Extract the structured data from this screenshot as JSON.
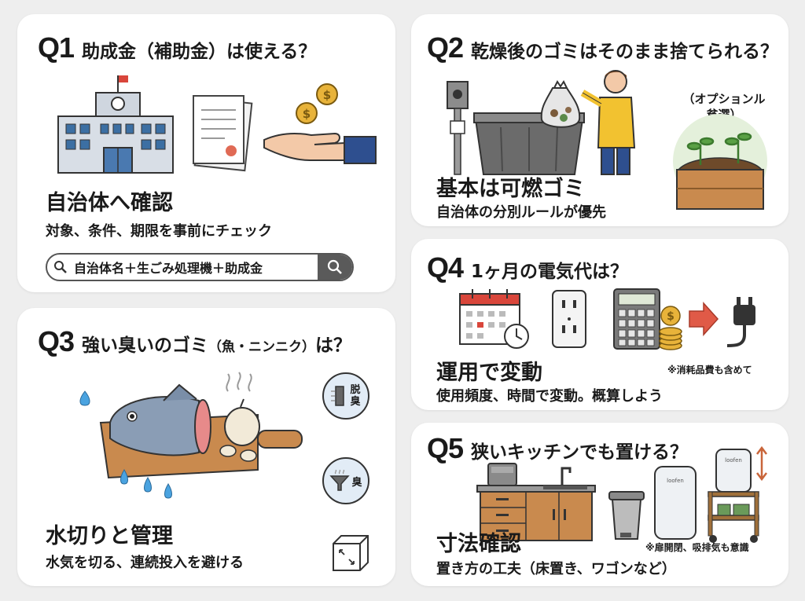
{
  "q1": {
    "num": "Q1",
    "title": "助成金（補助金）は使える？",
    "headline": "自治体へ確認",
    "sub": "対象、条件、期限を事前にチェック",
    "search_text": "自治体名＋生ごみ処理機＋助成金"
  },
  "q2": {
    "num": "Q2",
    "title": "乾燥後のゴミはそのまま捨てられる？",
    "headline": "基本は可燃ゴミ",
    "sub": "自治体の分別ルールが優先",
    "option_line1": "（オプションル",
    "option_line2": "貧選）"
  },
  "q3": {
    "num": "Q3",
    "title_main": "強い臭いのゴミ",
    "title_paren": "（魚・ニンニク）",
    "title_end": "は？",
    "headline": "水切りと管理",
    "sub": "水気を切る、連続投入を避ける",
    "badge1_l1": "脱",
    "badge1_l2": "臭",
    "badge2": "臭"
  },
  "q4": {
    "num": "Q4",
    "title": "1ヶ月の電気代は？",
    "headline": "運用で変動",
    "note": "※消耗品費も含めて",
    "sub": "使用頻度、時間で変動。概算しよう"
  },
  "q5": {
    "num": "Q5",
    "title": "狭いキッチンでも置ける？",
    "headline": "寸法確認",
    "note": "※扉開閉、吸排気も意識",
    "sub": "置き方の工夫（床置き、ワゴンなど）",
    "brand": "loofen"
  },
  "colors": {
    "card_bg": "#ffffff",
    "page_bg": "#eeeeee",
    "accent_blue": "#2e4f8f",
    "coin_gold": "#e8b33a",
    "wood": "#c98a4e",
    "arrow_red": "#e05a47"
  }
}
